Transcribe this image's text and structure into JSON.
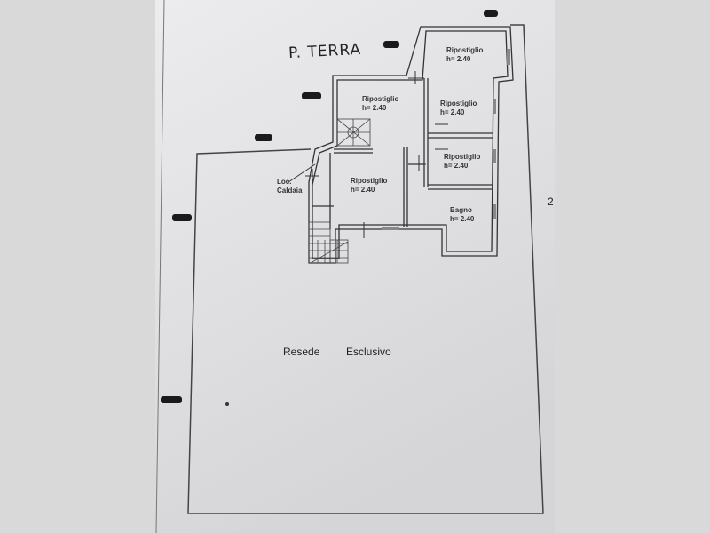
{
  "floor_label": "P. TERRA",
  "rooms": [
    {
      "name": "Ripostiglio",
      "height": "h= 2.40"
    },
    {
      "name": "Ripostiglio",
      "height": "h= 2.40"
    },
    {
      "name": "Ripostiglio",
      "height": "h= 2.40"
    },
    {
      "name": "Ripostiglio",
      "height": "h= 2.40"
    },
    {
      "name": "Ripostiglio",
      "height": "h= 2.40"
    },
    {
      "name": "Bagno",
      "height": "h= 2.40"
    }
  ],
  "boiler_room": {
    "line1": "Loc.",
    "line2": "Caldaia"
  },
  "yard": {
    "word1": "Resede",
    "word2": "Esclusivo"
  },
  "edge_mark": "2",
  "colors": {
    "paper": "#e8e8ea",
    "line": "#3a3a3a",
    "background": "#d9d9da"
  }
}
